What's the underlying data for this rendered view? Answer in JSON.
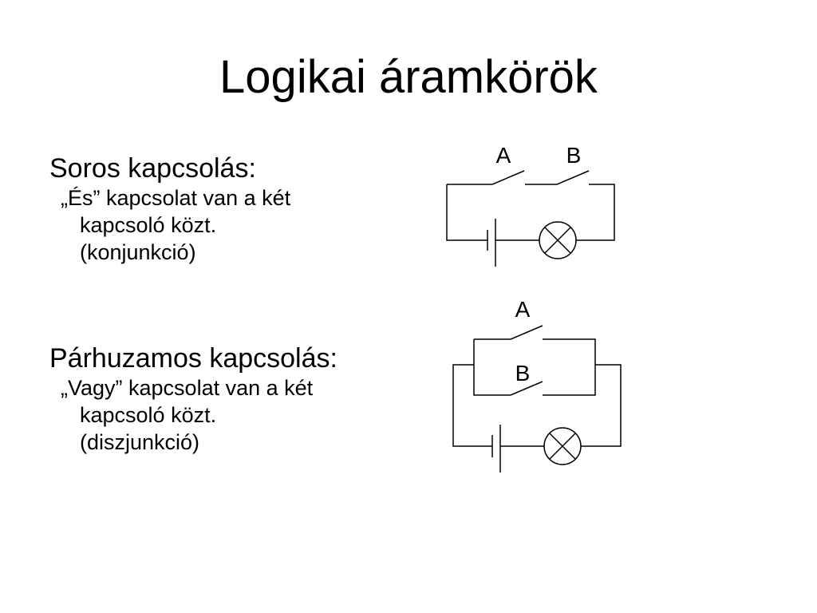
{
  "title": "Logikai áramkörök",
  "series": {
    "heading": "Soros kapcsolás:",
    "lines": [
      "„És” kapcsolat van a két",
      "kapcsoló közt.",
      "(konjunkció)"
    ],
    "switch_a": "A",
    "switch_b": "B"
  },
  "parallel": {
    "heading": "Párhuzamos kapcsolás:",
    "lines": [
      "„Vagy” kapcsolat van a két",
      "kapcsoló közt.",
      "(diszjunkció)"
    ],
    "switch_a": "A",
    "switch_b": "B"
  },
  "icons": {
    "battery": "battery-icon",
    "lamp": "lamp-icon",
    "switch": "switch-icon"
  }
}
